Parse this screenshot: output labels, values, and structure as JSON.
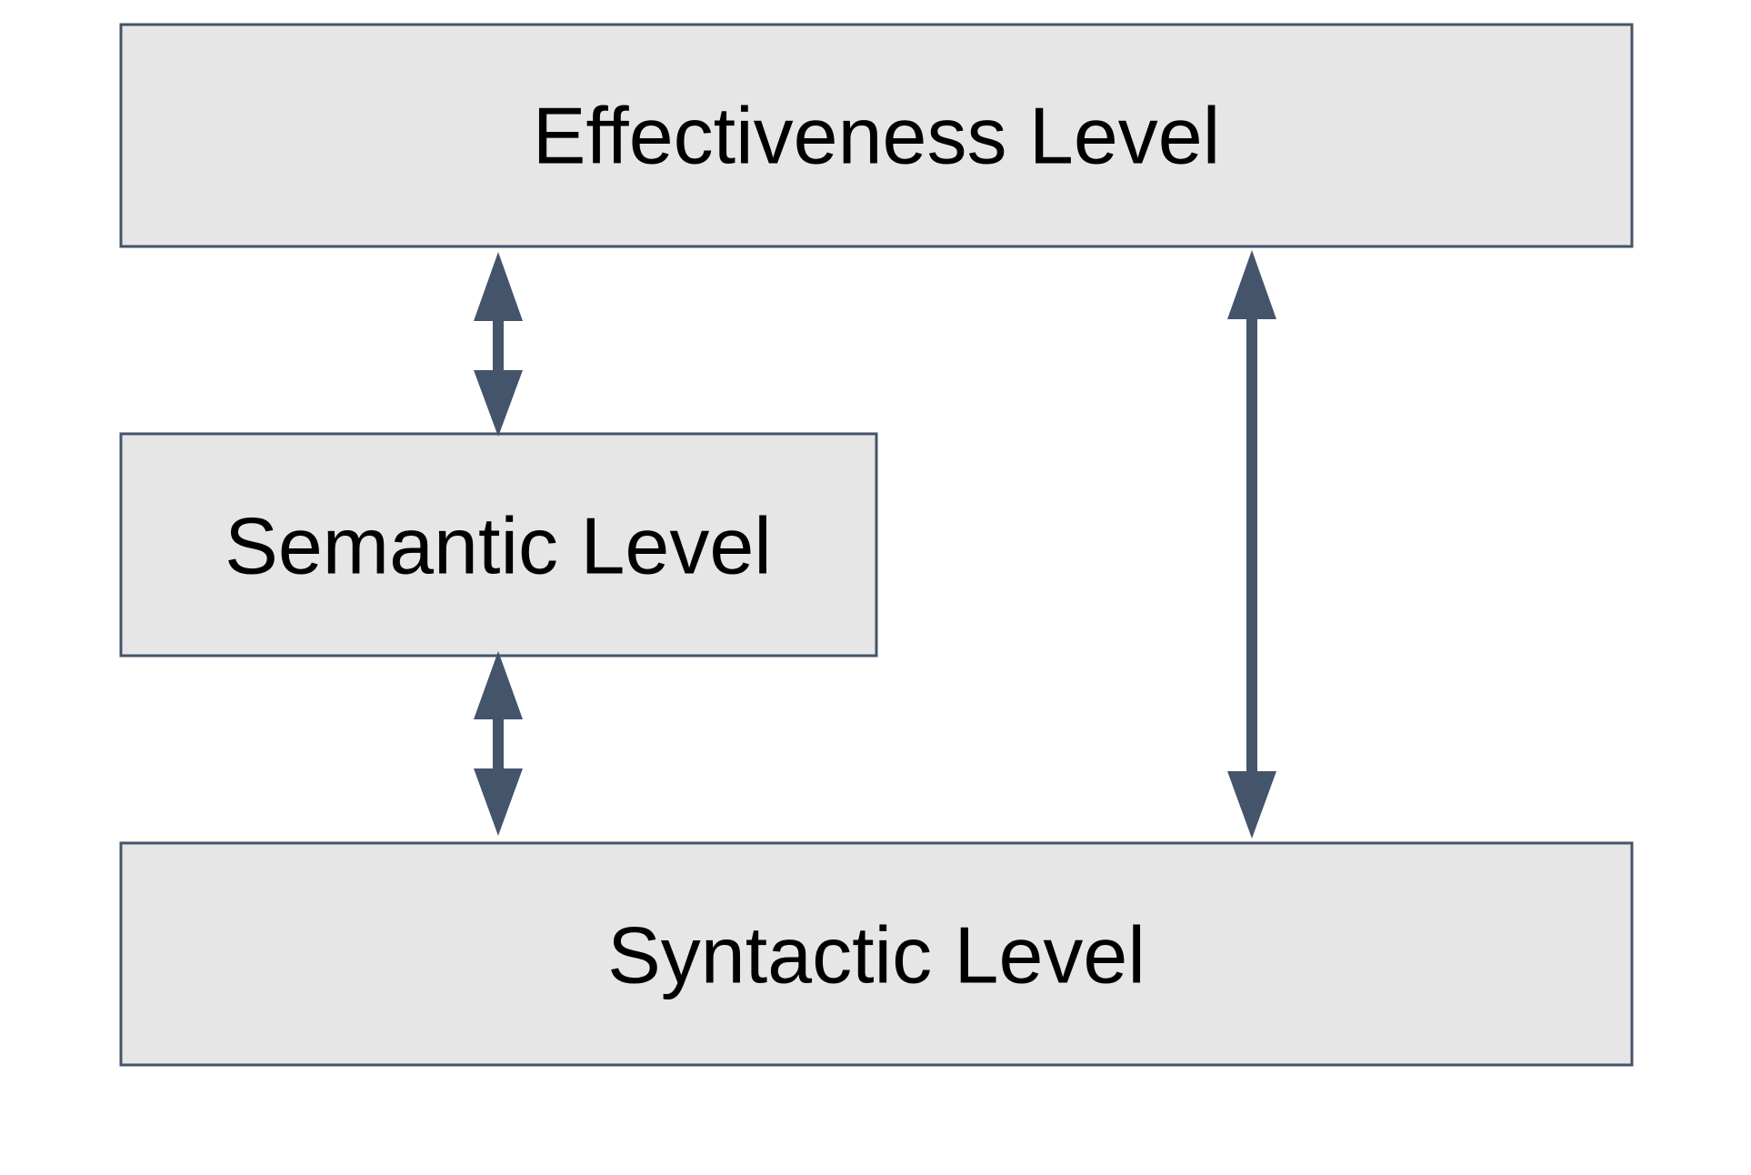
{
  "diagram": {
    "levels": {
      "effectiveness": "Effectiveness Level",
      "semantic": "Semantic Level",
      "syntactic": "Syntactic Level"
    },
    "connections": [
      {
        "from": "effectiveness",
        "to": "semantic",
        "direction": "bidirectional"
      },
      {
        "from": "semantic",
        "to": "syntactic",
        "direction": "bidirectional"
      },
      {
        "from": "effectiveness",
        "to": "syntactic",
        "direction": "bidirectional"
      }
    ],
    "colors": {
      "box_fill": "#e6e6e6",
      "box_stroke": "#44546a",
      "arrow": "#44546a",
      "text": "#000000",
      "background": "#ffffff"
    }
  }
}
